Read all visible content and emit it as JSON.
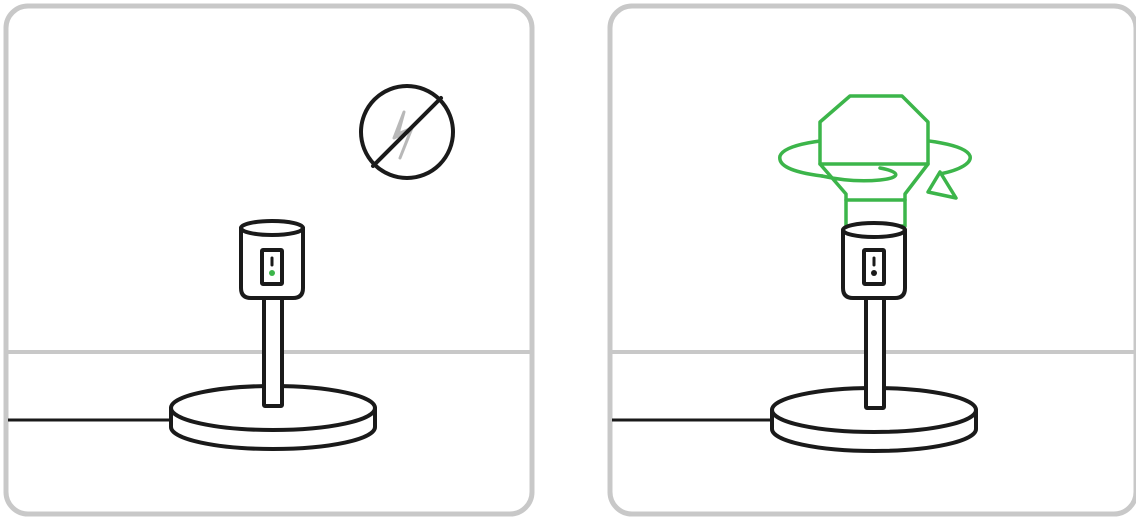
{
  "scene": {
    "panels": [
      {
        "step": "power-off",
        "icons": [
          "lamp-icon",
          "no-power-icon",
          "cable-icon"
        ],
        "status_led": "on"
      },
      {
        "step": "install-bulb",
        "icons": [
          "lamp-icon",
          "light-bulb-icon",
          "rotate-arrow-icon",
          "cable-icon"
        ],
        "status_led": "off"
      }
    ]
  },
  "colors": {
    "frame": "#c8c8c8",
    "ink": "#1a1a1a",
    "accent_green": "#3cb54a",
    "muted_gray": "#b8b8b8",
    "background": "#ffffff"
  }
}
